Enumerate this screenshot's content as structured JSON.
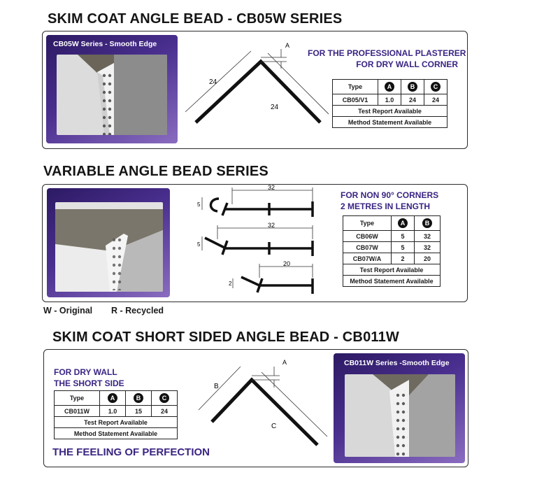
{
  "section1": {
    "heading": "SKIM COAT ANGLE BEAD - CB05W SERIES",
    "photo_title": "CB05W Series - Smooth Edge",
    "tagline": [
      "FOR THE PROFESSIONAL PLASTERER",
      "FOR DRY WALL CORNER"
    ],
    "diagram_labels": {
      "a": "A",
      "left_leg": "24",
      "right_leg": "24"
    },
    "table": {
      "headers": [
        "Type",
        "A",
        "B",
        "C"
      ],
      "rows": [
        [
          "CB05/V1",
          "1.0",
          "24",
          "24"
        ]
      ],
      "notes": [
        "Test Report Available",
        "Method Statement Available"
      ]
    }
  },
  "section2": {
    "heading": "VARIABLE ANGLE BEAD SERIES",
    "tagline": [
      "FOR NON 90° CORNERS",
      "2 METRES IN LENGTH"
    ],
    "diagram_labels": {
      "d1_length": "32",
      "d1_height": "5",
      "d2_length": "32",
      "d2_height": "5",
      "d3_length": "20",
      "d3_height": "2"
    },
    "table": {
      "headers": [
        "Type",
        "A",
        "B"
      ],
      "rows": [
        [
          "CB06W",
          "5",
          "32"
        ],
        [
          "CB07W",
          "5",
          "32"
        ],
        [
          "CB07W/A",
          "2",
          "20"
        ]
      ],
      "notes": [
        "Test Report Available",
        "Method Statement Available"
      ]
    },
    "legend_original": "W - Original",
    "legend_recycled": "R - Recycled"
  },
  "section3": {
    "heading": "SKIM COAT SHORT SIDED ANGLE BEAD - CB011W",
    "photo_title": "CB011W Series -Smooth Edge",
    "tagline": [
      "FOR DRY WALL",
      "THE SHORT SIDE"
    ],
    "diagram_labels": {
      "a": "A",
      "b": "B",
      "c": "C"
    },
    "table": {
      "headers": [
        "Type",
        "A",
        "B",
        "C"
      ],
      "rows": [
        [
          "CB011W",
          "1.0",
          "15",
          "24"
        ]
      ],
      "notes": [
        "Test Report Available",
        "Method Statement Available"
      ]
    },
    "slogan": "THE FEELING OF PERFECTION"
  }
}
